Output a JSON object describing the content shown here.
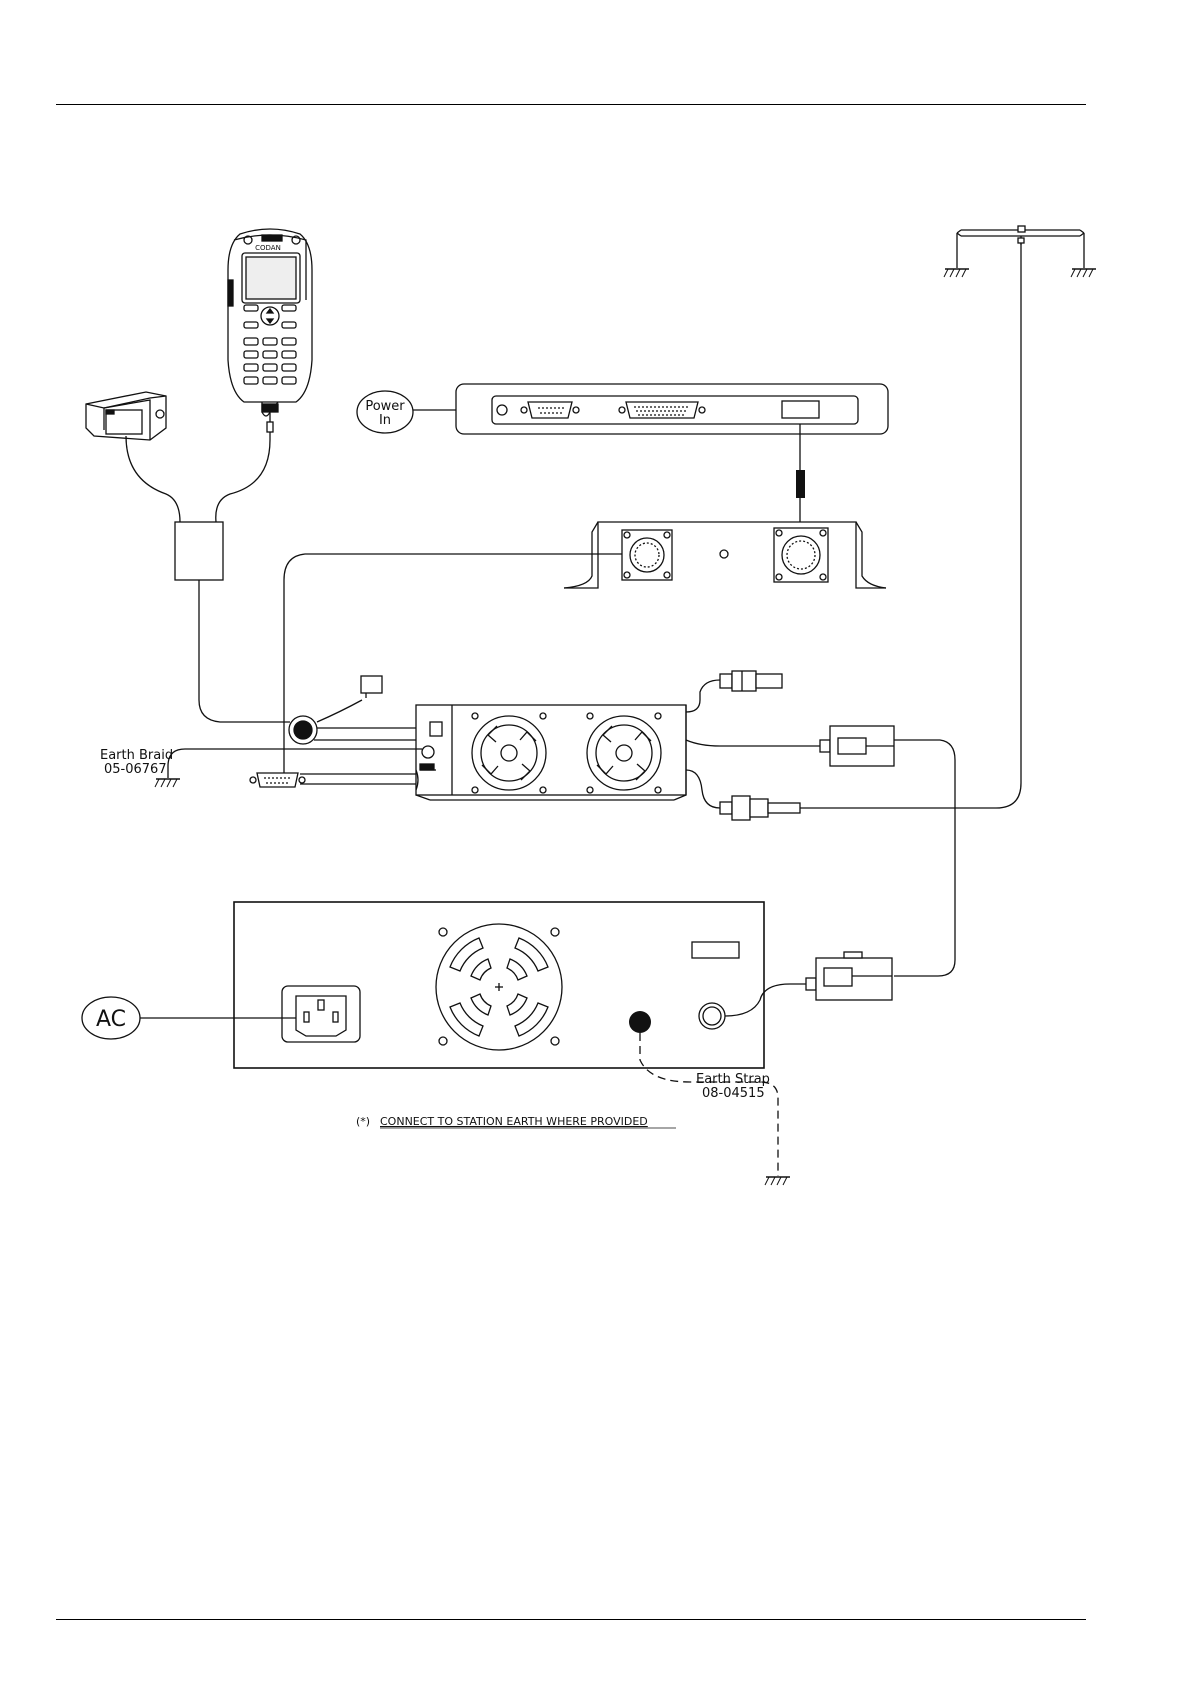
{
  "labels": {
    "power_in_line1": "Power",
    "power_in_line2": "In",
    "earth_braid_title": "Earth Braid",
    "earth_braid_part": "05-06767",
    "ac": "AC",
    "earth_strap_title": "Earth Strap",
    "earth_strap_part": "08-04515",
    "note_marker": "(*)",
    "note_text": "CONNECT TO STATION EARTH WHERE PROVIDED",
    "handset_brand": "CODAN"
  },
  "colors": {
    "line": "#111111",
    "background": "#ffffff"
  },
  "icons": [
    "handset-icon",
    "speaker-icon",
    "fan-icon",
    "ground-icon",
    "iec-socket-icon",
    "circular-connector-icon",
    "db-connector-icon"
  ]
}
